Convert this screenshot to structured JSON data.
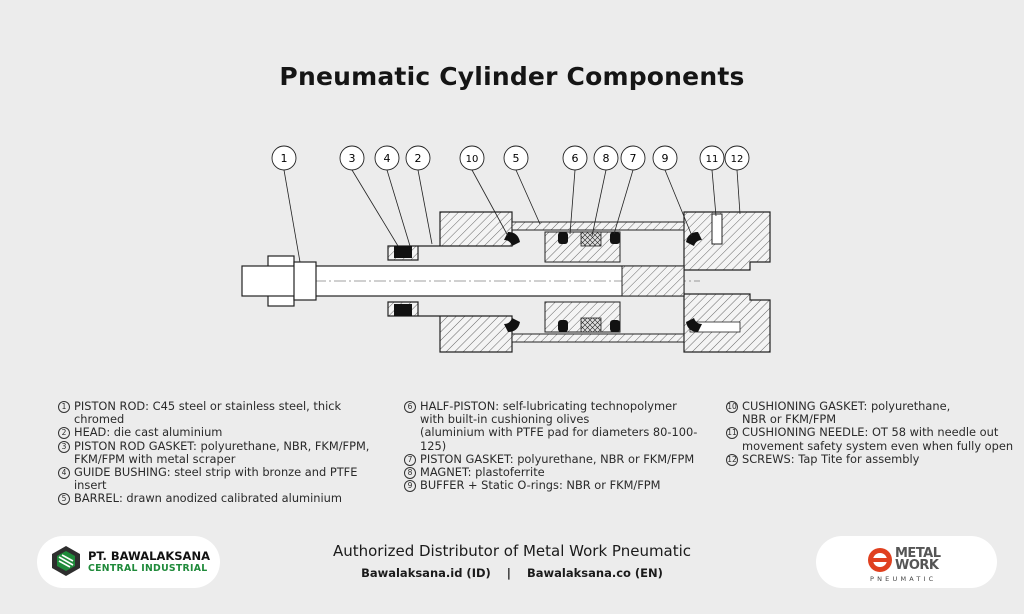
{
  "title": "Pneumatic Cylinder Components",
  "callouts": [
    "1",
    "3",
    "4",
    "2",
    "10",
    "5",
    "6",
    "8",
    "7",
    "9",
    "11",
    "12"
  ],
  "legend": {
    "col1": [
      {
        "num": "1",
        "text": "PISTON ROD: C45 steel or stainless steel, thick chromed"
      },
      {
        "num": "2",
        "text": "HEAD: die cast aluminium"
      },
      {
        "num": "3",
        "text": "PISTON ROD GASKET: polyurethane, NBR, FKM/FPM,\nFKM/FPM with metal scraper"
      },
      {
        "num": "4",
        "text": "GUIDE BUSHING: steel strip with bronze and PTFE insert"
      },
      {
        "num": "5",
        "text": "BARREL: drawn anodized calibrated aluminium"
      }
    ],
    "col2": [
      {
        "num": "6",
        "text": "HALF-PISTON: self-lubricating technopolymer\nwith built-in cushioning olives\n(aluminium with PTFE pad for diameters 80-100-125)"
      },
      {
        "num": "7",
        "text": "PISTON GASKET: polyurethane, NBR or FKM/FPM"
      },
      {
        "num": "8",
        "text": "MAGNET: plastoferrite"
      },
      {
        "num": "9",
        "text": "BUFFER + Static O-rings: NBR or FKM/FPM"
      }
    ],
    "col3": [
      {
        "num": "10",
        "text": "CUSHIONING GASKET: polyurethane,\nNBR or FKM/FPM"
      },
      {
        "num": "11",
        "text": "CUSHIONING NEEDLE: OT 58 with  needle out\nmovement safety system even when fully open"
      },
      {
        "num": "12",
        "text": "SCREWS: Tap Tite for assembly"
      }
    ]
  },
  "footer": {
    "tagline": "Authorized Distributor of Metal Work Pneumatic",
    "link_id": "Bawalaksana.id (ID)",
    "separator": "|",
    "link_en": "Bawalaksana.co (EN)"
  },
  "logo_left": {
    "name": "PT. BAWALAKSANA",
    "sub": "CENTRAL INDUSTRIAL"
  },
  "logo_right": {
    "line1": "METAL",
    "line2": "WORK",
    "sub": "PNEUMATIC"
  }
}
